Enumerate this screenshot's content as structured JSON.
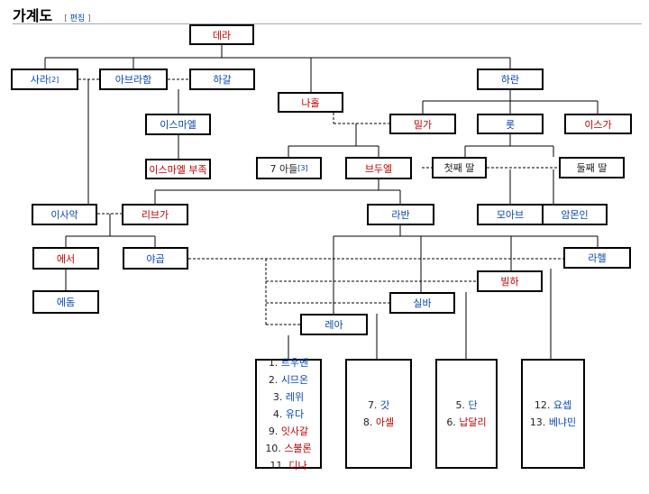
{
  "header": {
    "title": "가계도",
    "edit_open": "[",
    "edit_label": "편집",
    "edit_close": "]"
  },
  "nodes": {
    "terah": "데라",
    "sarah": "사라",
    "sarah_ref": "[2]",
    "abraham": "아브라함",
    "hagar": "하갈",
    "nahor": "나홀",
    "haran": "하란",
    "milcah": "밀가",
    "lot": "롯",
    "iscah": "이스가",
    "ishmael": "이스마엘",
    "ishmael_tribes": "이스마엘 부족",
    "sons_prefix": "7 아들",
    "sons_ref": "[3]",
    "bethuel": "브두엘",
    "first_daughter": "첫째 딸",
    "second_daughter": "둘째 딸",
    "isaac": "이사악",
    "rebekah": "리브가",
    "laban": "라반",
    "moab": "모아브",
    "ammon": "암몬인",
    "esau": "에서",
    "jacob": "야곱",
    "rachel": "라헬",
    "edom": "에돔",
    "bilhah": "빌하",
    "zilpah": "실바",
    "leah": "레아"
  },
  "children_groups": [
    {
      "items": [
        {
          "n": "1.",
          "name": "르우벤",
          "color": "#0645ad"
        },
        {
          "n": "2.",
          "name": "시므온",
          "color": "#0645ad"
        },
        {
          "n": "3.",
          "name": "레위",
          "color": "#0645ad"
        },
        {
          "n": "4.",
          "name": "유다",
          "color": "#0645ad"
        },
        {
          "n": "9.",
          "name": "잇사갈",
          "color": "#ba0000"
        },
        {
          "n": "10.",
          "name": "스불론",
          "color": "#ba0000"
        },
        {
          "n": "11.",
          "name": "디나",
          "color": "#ba0000"
        }
      ]
    },
    {
      "items": [
        {
          "n": "7.",
          "name": "갓",
          "color": "#0645ad"
        },
        {
          "n": "8.",
          "name": "아셀",
          "color": "#ba0000"
        }
      ]
    },
    {
      "items": [
        {
          "n": "5.",
          "name": "단",
          "color": "#0645ad"
        },
        {
          "n": "6.",
          "name": "납달리",
          "color": "#ba0000"
        }
      ]
    },
    {
      "items": [
        {
          "n": "12.",
          "name": "요셉",
          "color": "#0645ad"
        },
        {
          "n": "13.",
          "name": "베냐민",
          "color": "#0645ad"
        }
      ]
    }
  ]
}
